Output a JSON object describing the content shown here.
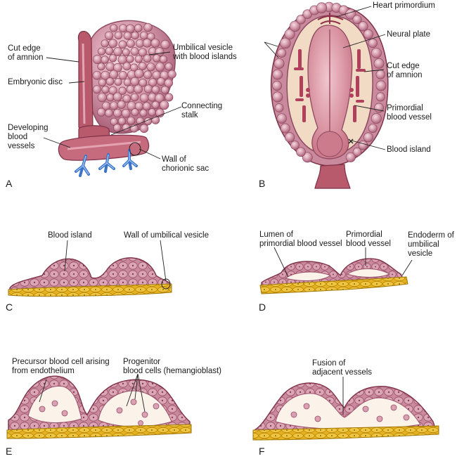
{
  "colors": {
    "cell_fill": "#c98a9d",
    "cell_light": "#e6bfcb",
    "cell_dark": "#a25570",
    "vessel": "#b85a6c",
    "endoderm": "#e5b321",
    "endoderm_dark": "#b8860b",
    "blood_vessel_blue": "#3a73c9",
    "leader": "#222222"
  },
  "panels": {
    "A": {
      "letter": "A",
      "labels": {
        "cut_edge_amnion": [
          "Cut edge",
          "of amnion"
        ],
        "embryonic_disc": "Embryonic disc",
        "umbilical_vesicle": [
          "Umbilical vesicle",
          "with blood islands"
        ],
        "connecting_stalk": [
          "Connecting",
          "stalk"
        ],
        "developing_vessels": [
          "Developing",
          "blood",
          "vessels"
        ],
        "wall_chorionic_sac": [
          "Wall of",
          "chorionic sac"
        ]
      }
    },
    "B": {
      "letter": "B",
      "labels": {
        "heart_primordium": "Heart primordium",
        "neural_plate": "Neural plate",
        "cut_edge_amnion": [
          "Cut edge",
          "of amnion"
        ],
        "primordial_vessel": [
          "Primordial",
          "blood vessel"
        ],
        "blood_island": "Blood island"
      }
    },
    "C": {
      "letter": "C",
      "labels": {
        "blood_island": "Blood island",
        "wall_umbilical_vesicle": "Wall of umbilical vesicle"
      }
    },
    "D": {
      "letter": "D",
      "labels": {
        "lumen": [
          "Lumen of",
          "primordial blood vessel"
        ],
        "primordial_vessel": [
          "Primordial",
          "blood vessel"
        ],
        "endoderm": [
          "Endoderm of",
          "umbilical",
          "vesicle"
        ]
      }
    },
    "E": {
      "letter": "E",
      "labels": {
        "precursor": [
          "Precursor blood cell arising",
          "from endothelium"
        ],
        "progenitor": [
          "Progenitor",
          "blood cells (hemangioblast)"
        ]
      }
    },
    "F": {
      "letter": "F",
      "labels": {
        "fusion": [
          "Fusion of",
          "adjacent vessels"
        ]
      }
    }
  }
}
